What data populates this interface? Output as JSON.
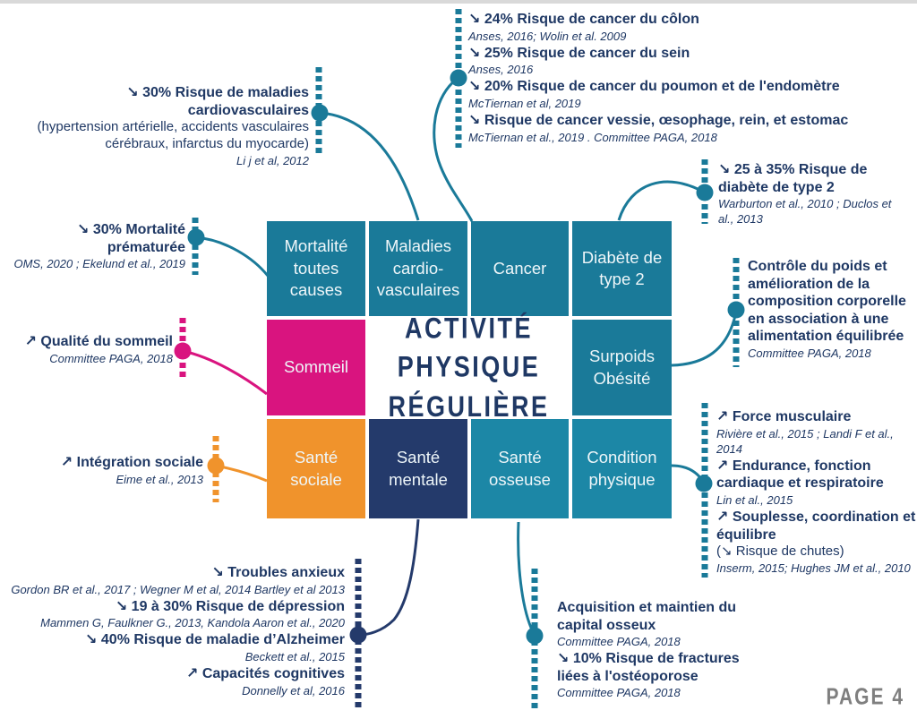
{
  "page_label": "Page 4",
  "colors": {
    "teal": "#1A7A99",
    "teal_light": "#1C87A6",
    "magenta": "#D9147F",
    "orange": "#F0932C",
    "navy": "#243A6B",
    "text_navy": "#1F3864",
    "page_gray": "#7f7f7f"
  },
  "center": {
    "title_line1": "Activité Physique",
    "title_line2": "Régulière"
  },
  "tiles": {
    "mortality": "Mortalité toutes causes",
    "cardio": "Maladies cardio-vasculaires",
    "cancer": "Cancer",
    "diabetes": "Diabète de type 2",
    "sleep": "Sommeil",
    "overweight": "Surpoids Obésité",
    "social": "Santé sociale",
    "mental": "Santé mentale",
    "bone": "Santé osseuse",
    "fitness": "Condition physique"
  },
  "callouts": {
    "cardio": {
      "title": "↘ 30% Risque de maladies cardiovasculaires",
      "sub": "(hypertension artérielle, accidents vasculaires cérébraux, infarctus du myocarde)",
      "cite": "Li j et al, 2012"
    },
    "cancer": {
      "items": [
        {
          "t": "↘ 24% Risque de cancer du côlon",
          "c": "Anses, 2016; Wolin et al. 2009"
        },
        {
          "t": "↘ 25% Risque de cancer du sein",
          "c": "Anses, 2016"
        },
        {
          "t": "↘ 20% Risque de cancer du poumon et de l'endomètre",
          "c": "McTiernan et al, 2019"
        },
        {
          "t": "↘ Risque de cancer vessie, œsophage, rein, et estomac",
          "c": "McTiernan et al., 2019 . Committee PAGA, 2018"
        }
      ]
    },
    "diabetes": {
      "title": "↘ 25 à 35% Risque de diabète de type 2",
      "cite": "Warburton et al., 2010 ; Duclos et al., 2013"
    },
    "weight": {
      "title": "Contrôle du poids et amélioration de la composition corporelle en association à une alimentation équilibrée",
      "cite": "Committee PAGA, 2018"
    },
    "fitness": {
      "items": [
        {
          "t": "↗ Force musculaire",
          "c": "Rivière et al., 2015 ; Landi F et al., 2014"
        },
        {
          "t": "↗ Endurance, fonction cardiaque et respiratoire",
          "c": "Lin et al., 2015"
        },
        {
          "t": "↗ Souplesse, coordination et équilibre",
          "s": "(↘ Risque de chutes)",
          "c": "Inserm, 2015;  Hughes JM et al., 2010"
        }
      ]
    },
    "mortality": {
      "title": "↘ 30% Mortalité prématurée",
      "cite": "OMS, 2020 ; Ekelund et al., 2019"
    },
    "sleep": {
      "title": "↗ Qualité du sommeil",
      "cite": "Committee PAGA, 2018"
    },
    "social": {
      "title": "↗ Intégration sociale",
      "cite": "Eime et al., 2013"
    },
    "mental": {
      "items": [
        {
          "t": "↘ Troubles anxieux",
          "c": "Gordon BR et al., 2017 ; Wegner M et al, 2014 Bartley et al 2013"
        },
        {
          "t": "↘ 19 à 30% Risque de dépression",
          "c": "Mammen G, Faulkner G., 2013, Kandola Aaron et al.,  2020"
        },
        {
          "t": "↘ 40% Risque de maladie d’Alzheimer",
          "c": "Beckett et al., 2015"
        },
        {
          "t": "↗ Capacités cognitives",
          "c": "Donnelly et al, 2016"
        }
      ]
    },
    "bone": {
      "items": [
        {
          "t": "Acquisition et maintien du capital osseux",
          "c": "Committee PAGA, 2018"
        },
        {
          "t": "↘ 10% Risque de fractures liées à l'ostéoporose",
          "c": "Committee PAGA, 2018"
        }
      ]
    }
  }
}
